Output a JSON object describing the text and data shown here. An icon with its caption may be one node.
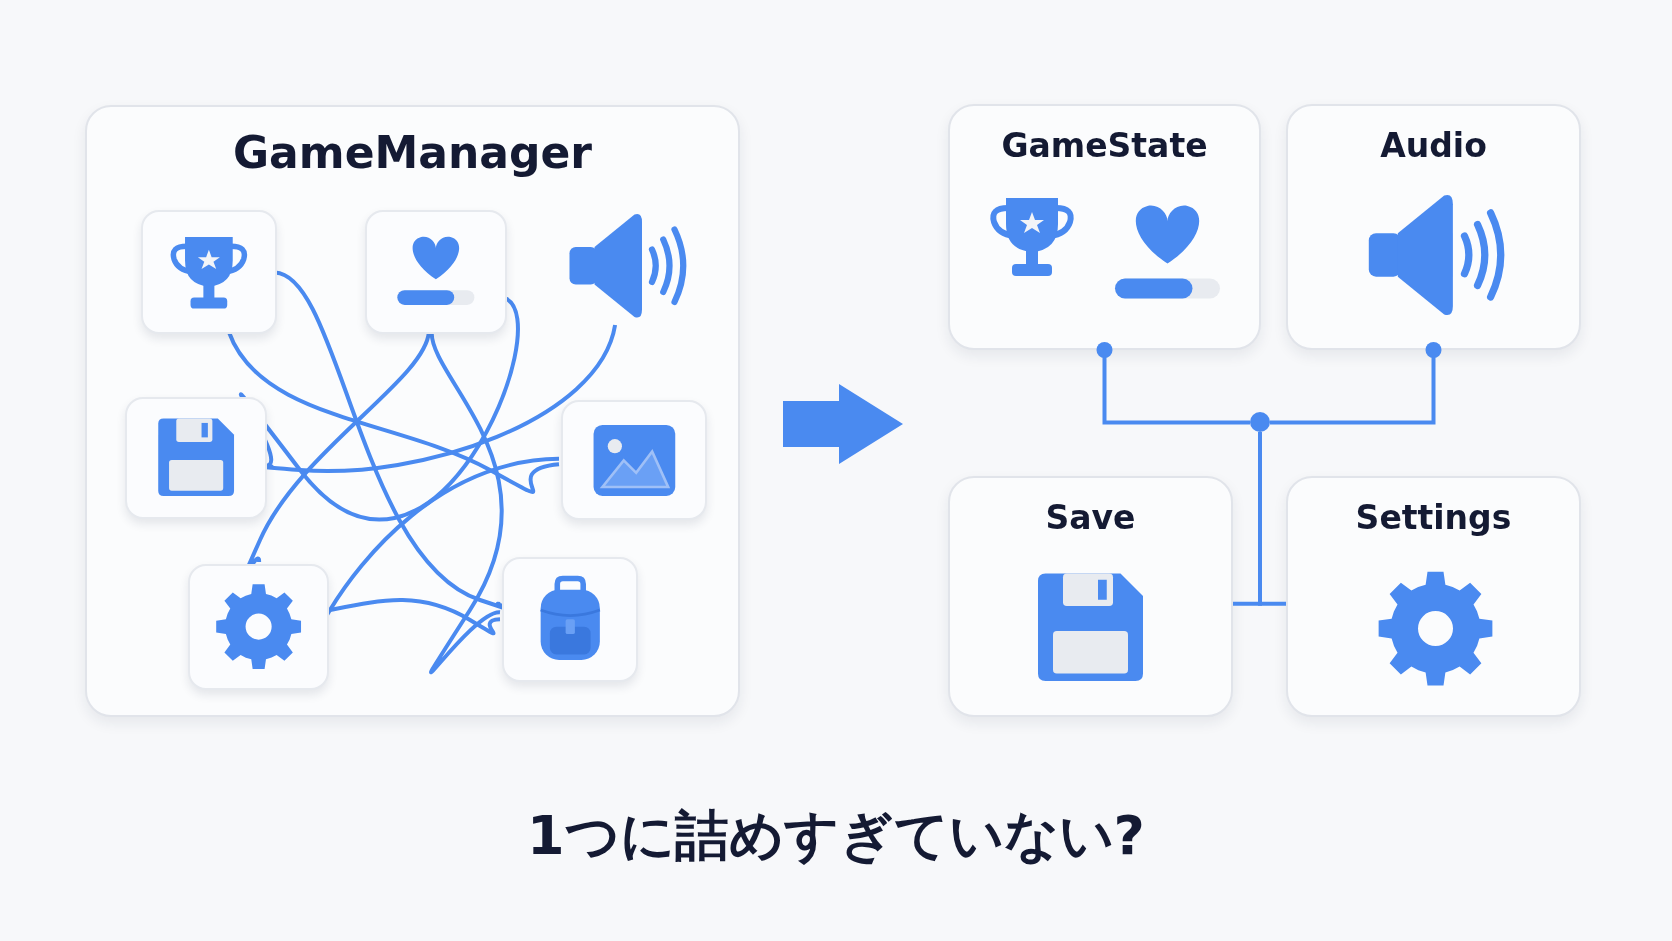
{
  "diagram": {
    "caption": "1つに詰めすぎていない?",
    "nodes": [
      {
        "text": [
          "GameManager"
        ]
      },
      {
        "text": [],
        "shape": "picture",
        "in": 0
      },
      {
        "text": [],
        "shape": "picture",
        "in": 0
      },
      {
        "text": [],
        "shape": "picture",
        "in": 0
      },
      {
        "text": [],
        "shape": "picture",
        "in": 0
      },
      {
        "text": [],
        "shape": "picture",
        "in": 0
      },
      {
        "text": [],
        "shape": "picture",
        "in": 0
      },
      {
        "text": [],
        "shape": "picture",
        "in": 0
      },
      {
        "text": [
          "GameState"
        ]
      },
      {
        "text": [
          "Audio"
        ]
      },
      {
        "text": [
          "Save"
        ]
      },
      {
        "text": [
          "Settings"
        ]
      },
      {
        "text": [],
        "shape": "circle"
      }
    ],
    "edges": [
      {
        "from": 1,
        "to": 7,
        "arrow": "none"
      },
      {
        "from": 1,
        "to": 5,
        "arrow": "none"
      },
      {
        "from": 2,
        "to": 6,
        "arrow": "none"
      },
      {
        "from": 2,
        "to": 7,
        "arrow": "none"
      },
      {
        "from": 2,
        "to": 4,
        "arrow": "none"
      },
      {
        "from": 3,
        "to": 4,
        "arrow": "none"
      },
      {
        "from": 5,
        "to": 6,
        "arrow": "none"
      },
      {
        "from": 6,
        "to": 7,
        "arrow": "none"
      },
      {
        "from": 8,
        "to": 12,
        "arrow": "other"
      },
      {
        "from": 9,
        "to": 12,
        "arrow": "other"
      },
      {
        "from": 12,
        "to": 10,
        "arrow": "none"
      },
      {
        "from": 12,
        "to": 11,
        "arrow": "none"
      }
    ]
  }
}
